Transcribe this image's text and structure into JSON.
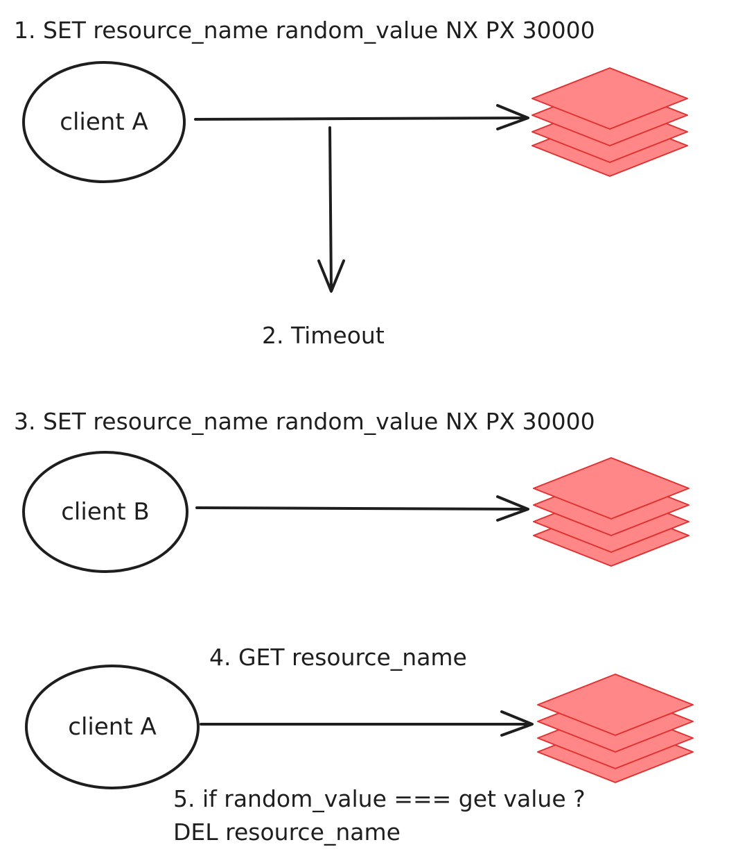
{
  "steps": {
    "step1": "1. SET resource_name random_value NX PX 30000",
    "step2": "2. Timeout",
    "step3": "3. SET resource_name random_value NX PX 30000",
    "step4": "4. GET resource_name",
    "step5_line1": "5. if random_value === get value ?",
    "step5_line2": "DEL resource_name"
  },
  "nodes": {
    "client_a_top": "client A",
    "client_b": "client B",
    "client_a_bottom": "client A"
  },
  "colors": {
    "stroke": "#1e1e1e",
    "stack_fill": "#ff8787",
    "stack_stroke": "#e03131",
    "background": "#ffffff"
  },
  "icons": {
    "resource_stack": "redis-stack-icon"
  }
}
